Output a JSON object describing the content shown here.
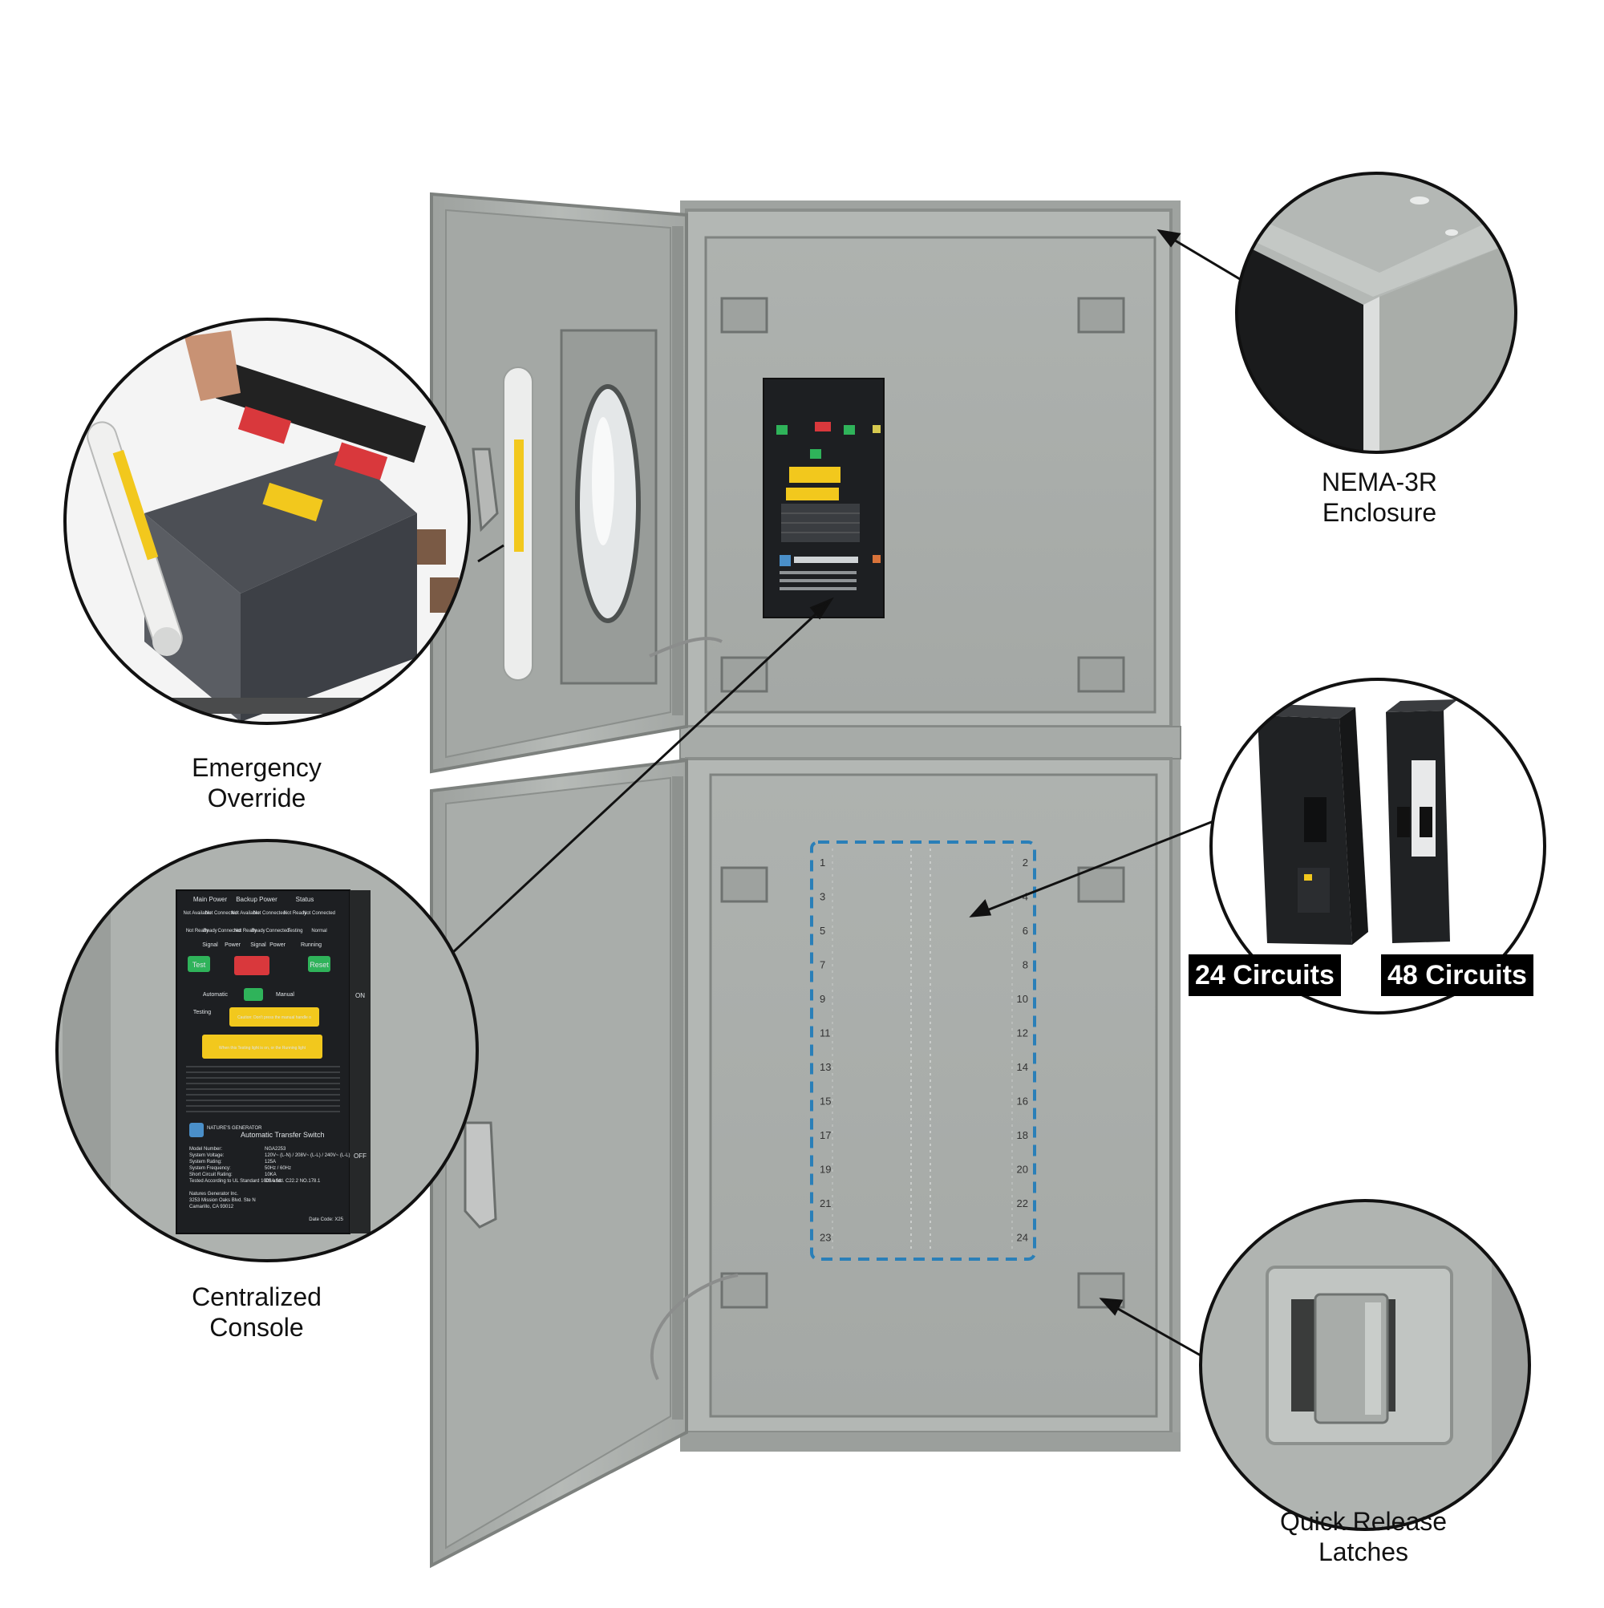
{
  "callouts": {
    "emergency_override": [
      "Emergency",
      "Override"
    ],
    "centralized_console": [
      "Centralized",
      "Console"
    ],
    "nema_enclosure": [
      "NEMA-3R",
      "Enclosure"
    ],
    "quick_release_latches": [
      "Quick Release",
      "Latches"
    ]
  },
  "circuit_options": [
    "24 Circuits",
    "48 Circuits"
  ],
  "breaker_slots": {
    "left": [
      "1",
      "3",
      "5",
      "7",
      "9",
      "11",
      "13",
      "15",
      "17",
      "19",
      "21",
      "23"
    ],
    "right": [
      "2",
      "4",
      "6",
      "8",
      "10",
      "12",
      "14",
      "16",
      "18",
      "20",
      "22",
      "24"
    ]
  },
  "console": {
    "column_headers": [
      "Main Power",
      "Backup Power",
      "Status"
    ],
    "status_lights": [
      "Not Available",
      "Not Connected",
      "Not Available",
      "Not Connected",
      "Not Ready",
      "Not Connected"
    ],
    "ready_lights": [
      "Not Ready",
      "Ready",
      "Connected",
      "Not Ready",
      "Ready",
      "Connected",
      "Testing",
      "Normal"
    ],
    "signal_labels": [
      "Signal",
      "Power",
      "Signal",
      "Power",
      "Running"
    ],
    "buttons": [
      "Test",
      "Reset"
    ],
    "mode_labels": [
      "Automatic",
      "Manual",
      "Testing"
    ],
    "side_labels": [
      "ON",
      "OFF"
    ],
    "caution_text": "Caution: Don't press the manual handle on the left side unless this Manual light is on.",
    "warning_text": "When this Testing light is on, or the Running light above is flashing, you can press Reset button to reset operation.",
    "brand": "NATURE'S GENERATOR",
    "product_title": "Automatic Transfer Switch",
    "specs": [
      {
        "label": "Model Number:",
        "value": "NGA2253"
      },
      {
        "label": "System Voltage:",
        "value": "120V~ (L-N) / 208V~ (L-L) / 240V~ (L-L)"
      },
      {
        "label": "System Rating:",
        "value": "125A"
      },
      {
        "label": "System Frequency:",
        "value": "50Hz / 60Hz"
      },
      {
        "label": "Short Circuit Rating:",
        "value": "10KA"
      },
      {
        "label": "Tested According to UL Standard 1008 and",
        "value": "CSA Std. C22.2 NO.178.1"
      }
    ],
    "address": [
      "Natures Generator Inc.",
      "3253 Mission Oaks Blvd. Ste N",
      "Camarillo, CA 93012"
    ],
    "date_code": "Date Code: X25"
  },
  "colors": {
    "enclosure_gray": "#a9ada9",
    "enclosure_dark": "#8d918e",
    "panel_black": "#1d1f22",
    "button_green": "#2fb35a",
    "dashed_blue": "#2a7fb8",
    "label_yellow": "#f2c81d"
  }
}
